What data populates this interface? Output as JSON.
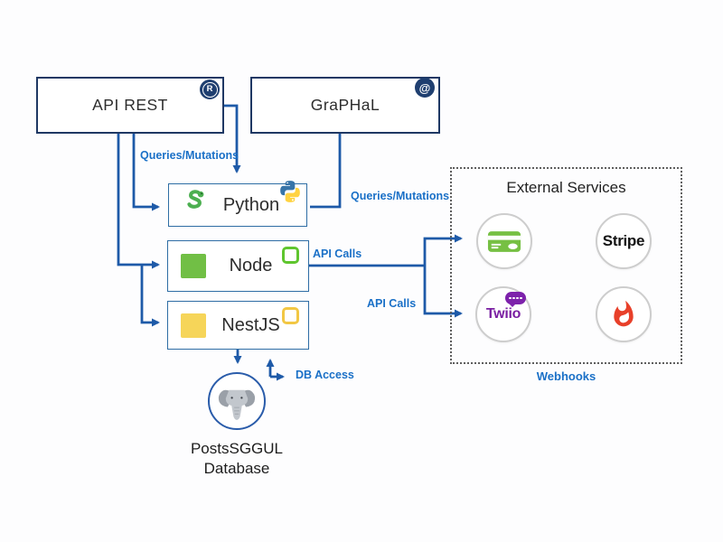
{
  "nodes": {
    "api_rest": {
      "label": "API REST",
      "badge": "R"
    },
    "graphal": {
      "label": "GraPHaL",
      "badge": "@"
    },
    "python": {
      "label": "Python"
    },
    "node": {
      "label": "Node"
    },
    "nestjs": {
      "label": "NestJS"
    },
    "database": {
      "line1": "PostsSGGUL",
      "line2": "Database"
    },
    "external": {
      "title": "External Services",
      "stripe_label": "Stripe",
      "twilio_label": "Twiio"
    }
  },
  "labels": {
    "queries_mutations_left": "Queries/Mutations",
    "queries_mutations_right": "Queries/Mutations",
    "api_calls_top": "API Calls",
    "api_calls_bottom": "API Calls",
    "db_access": "DB Access",
    "webhooks": "Webhooks"
  },
  "icons": {
    "api_rest_badge": "r-circle-icon",
    "graphal_badge": "at-spiral-icon",
    "python_left": "snake-icon",
    "python_corner": "python-logo-icon",
    "node_left": "green-square-icon",
    "node_corner": "green-rounded-outline-icon",
    "nestjs_left": "yellow-square-icon",
    "nestjs_corner": "yellow-rounded-outline-icon",
    "database": "elephant-icon",
    "service_1": "credit-card-icon",
    "service_4": "flame-icon"
  },
  "colors": {
    "connector_blue": "#1e5aa8",
    "box_border_dark": "#1f3864",
    "box_border_light": "#2e6da4",
    "label_blue": "#1a70c7",
    "badge_navy": "#1f3f70",
    "node_green": "#71bf45",
    "nest_yellow": "#f6d559",
    "card_green": "#76c043",
    "twilio_purple": "#7a1fa2",
    "flame_red": "#e8402a",
    "stripe_black": "#131313"
  }
}
